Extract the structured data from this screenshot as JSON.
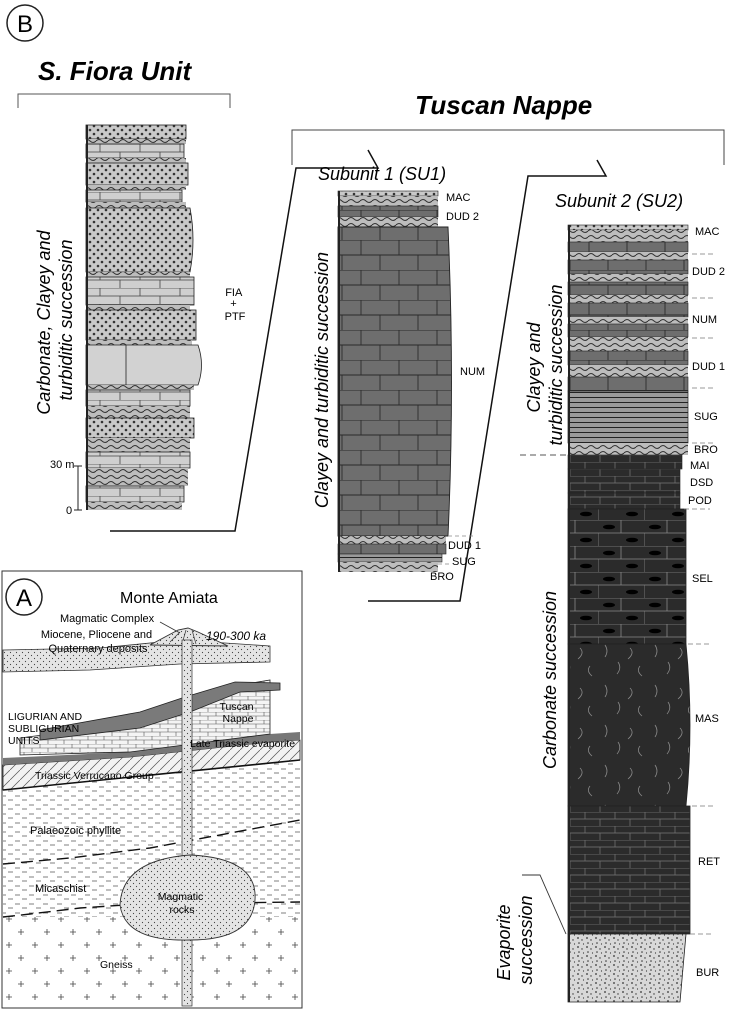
{
  "panel_b": {
    "letter": "B",
    "sfiora": {
      "title": "S. Fiora Unit",
      "side_label_lines": [
        "Carbonate, Clayey and",
        "turbiditic succession"
      ],
      "formation_label_lines": [
        "FIA",
        "+",
        "PTF"
      ],
      "scale_top": "30 m",
      "scale_bottom": "0"
    },
    "tuscan_nappe": {
      "title": "Tuscan Nappe",
      "su1": {
        "title": "Subunit 1 (SU1)",
        "side_label": "Clayey and turbiditic succession",
        "formations": [
          "MAC",
          "DUD 2",
          "NUM",
          "DUD 1",
          "SUG",
          "BRO"
        ]
      },
      "su2": {
        "title": "Subunit 2 (SU2)",
        "label_clayey_lines": [
          "Clayey and",
          "turbiditic succession"
        ],
        "label_carbonate": "Carbonate succession",
        "label_evaporite_lines": [
          "Evaporite",
          "succession"
        ],
        "formations": [
          "MAC",
          "DUD 2",
          "NUM",
          "DUD 1",
          "SUG",
          "BRO",
          "MAI",
          "DSD",
          "POD",
          "SEL",
          "MAS",
          "RET",
          "BUR"
        ]
      }
    }
  },
  "panel_a": {
    "letter": "A",
    "title": "Monte Amiata",
    "labels": {
      "magmatic_complex": "Magmatic Complex",
      "deposits_lines": [
        "Miocene, Pliocene and",
        "Quaternary deposits"
      ],
      "age": "190-300 ka",
      "ligurian_lines": [
        "LIGURIAN AND",
        "SUBLIGURIAN",
        "UNITS"
      ],
      "tuscan_lines": [
        "Tuscan",
        "Nappe"
      ],
      "evaporite": "Late Triassic evaporite",
      "verrucano": "Triassic Verrucano Group",
      "phyllite": "Palaeozoic phyllite",
      "micaschist": "Micaschist",
      "magmatic_rocks_lines": [
        "Magmatic",
        "rocks"
      ],
      "gneiss": "Gneiss"
    }
  }
}
